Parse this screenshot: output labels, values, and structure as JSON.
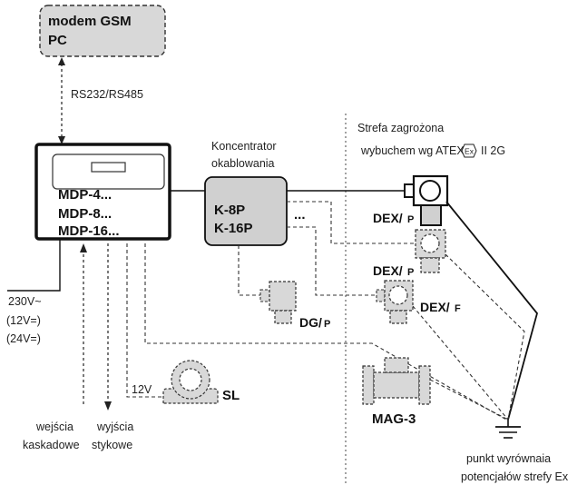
{
  "nodes": {
    "modem": {
      "line1": "modem GSM",
      "line2": "PC"
    },
    "link_label": "RS232/RS485",
    "mdp": {
      "line1": "MDP-4...",
      "line2": "MDP-8...",
      "line3": "MDP-16..."
    },
    "concentrator_label": {
      "line1": "Koncentrator",
      "line2": "okablowania"
    },
    "concentrator": {
      "line1": "K-8P",
      "line2": "K-16P"
    },
    "ellipsis": "...",
    "zone_label": {
      "line1": "Strefa zagrożona",
      "line2_prefix": "wybuchem wg ATEX:",
      "ex_symbol": "Ex",
      "line2_suffix": "II 2G"
    },
    "dex_p_1": {
      "main": "DEX/",
      "sub": "P"
    },
    "dex_p_2": {
      "main": "DEX/",
      "sub": "P"
    },
    "dex_f": {
      "main": "DEX/",
      "sub": "F"
    },
    "dg_p": {
      "main": "DG/",
      "sub": "P"
    },
    "sl": "SL",
    "sl_voltage": "12V",
    "mag3": "MAG-3",
    "power": {
      "line1": "230V~",
      "line2": "(12V=)",
      "line3": "(24V=)"
    },
    "inputs": {
      "line1": "wejścia",
      "line2": "kaskadowe"
    },
    "outputs": {
      "line1": "wyjścia",
      "line2": "stykowe"
    },
    "ground": {
      "line1": "punkt wyrównaia",
      "line2": "potencjałów strefy Ex"
    }
  }
}
